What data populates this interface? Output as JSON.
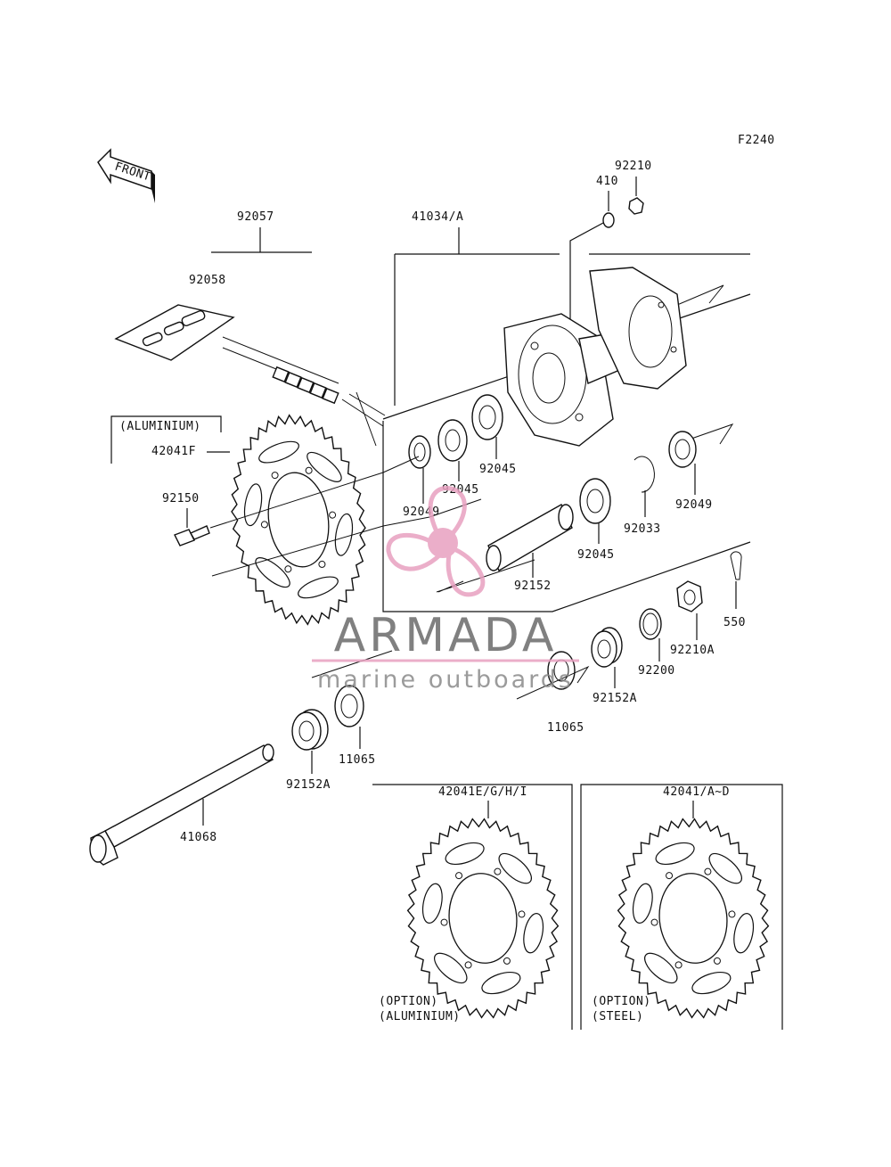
{
  "figure_code": "F2240",
  "front_arrow": {
    "text": "FRONT"
  },
  "parts": {
    "p92057": "92057",
    "p92058": "92058",
    "p41034": "41034/A",
    "p410": "410",
    "p92210": "92210",
    "p42041F": "42041F",
    "p92150": "92150",
    "p92049_left": "92049",
    "p92045_a": "92045",
    "p92045_b": "92045",
    "p92045_c": "92045",
    "p92033": "92033",
    "p92049_right": "92049",
    "p92152": "92152",
    "p550": "550",
    "p92210A": "92210A",
    "p92200": "92200",
    "p92152A_right": "92152A",
    "p11065_right": "11065",
    "p11065_left": "11065",
    "p92152A_left": "92152A",
    "p41068": "41068",
    "p42041EGHI": "42041E/G/H/I",
    "p42041AD": "42041/A~D"
  },
  "notes": {
    "aluminium_top": "(ALUMINIUM)",
    "option1_line1": "(OPTION)",
    "option1_line2": "(ALUMINIUM)",
    "option2_line1": "(OPTION)",
    "option2_line2": "(STEEL)"
  },
  "watermark": {
    "title": "ARMADA",
    "subtitle": "marine outboards",
    "accent_color": "#e8a0c0",
    "text_color": "#6b6b6b"
  }
}
